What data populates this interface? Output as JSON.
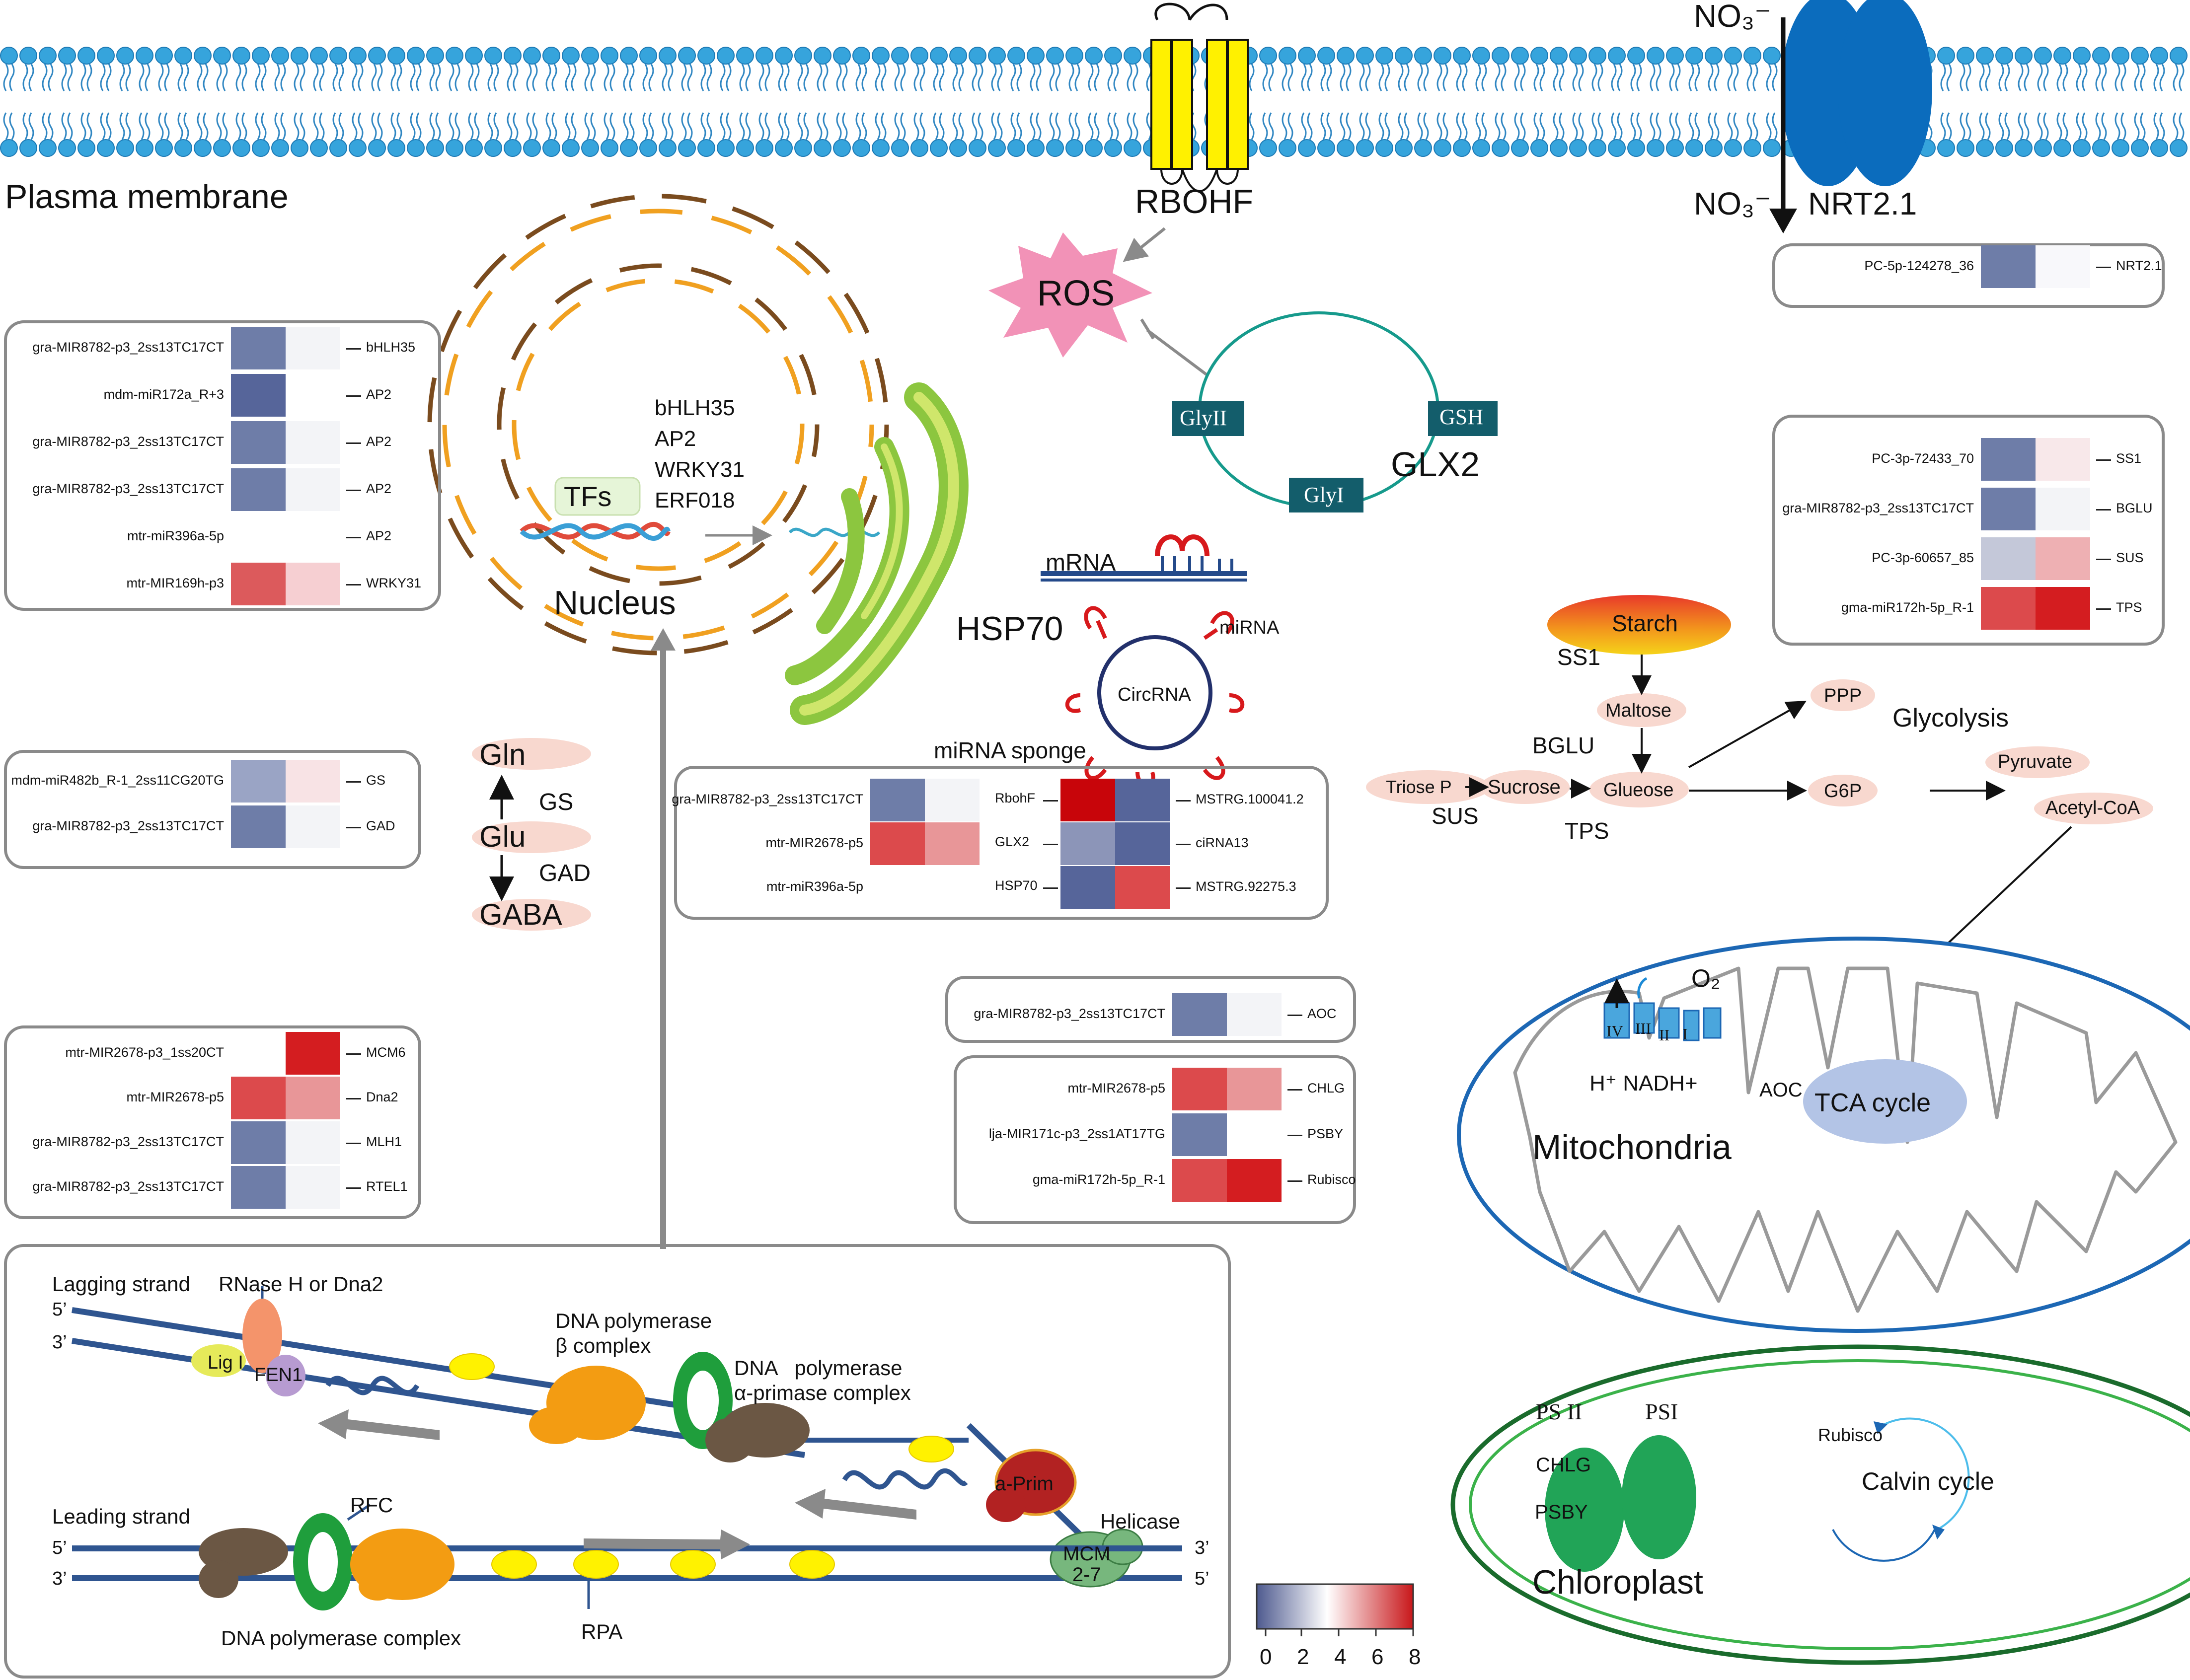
{
  "membrane": {
    "label": "Plasma membrane"
  },
  "rbohf": {
    "label": "RBOHF"
  },
  "nrt": {
    "no3_top": "NO₃⁻",
    "no3_bottom": "NO₃⁻",
    "label": "NRT2.1"
  },
  "ros": {
    "label": "ROS"
  },
  "glx": {
    "label": "GLX2",
    "glyII": "GlyII",
    "gsh": "GSH",
    "glyI": "GlyI"
  },
  "nucleus": {
    "label": "Nucleus",
    "tfs": "TFs",
    "tf_list": [
      "bHLH35",
      "AP2",
      "WRKY31",
      "ERF018"
    ]
  },
  "hsp70": {
    "label": "HSP70"
  },
  "mrna": {
    "label": "mRNA"
  },
  "circ": {
    "circ_label": "CircRNA",
    "mirna_label": "miRNA",
    "sponge_label": "miRNA sponge"
  },
  "gaba": {
    "gln": "Gln",
    "glu": "Glu",
    "gaba": "GABA",
    "gs": "GS",
    "gad": "GAD"
  },
  "sugar": {
    "starch": "Starch",
    "ss1": "SS1",
    "maltose": "Maltose",
    "bglu": "BGLU",
    "triose": "Triose P",
    "sucrose": "Sucrose",
    "sus": "SUS",
    "glucose": "Glueose",
    "tps": "TPS",
    "ppp": "PPP",
    "g6p": "G6P",
    "glycolysis": "Glycolysis",
    "pyruvate": "Pyruvate",
    "acetyl": "Acetyl-CoA"
  },
  "mito": {
    "label": "Mitochondria",
    "tca": "TCA cycle",
    "aoc": "AOC",
    "o2": "O₂",
    "h_nadh": "H⁺ NADH+",
    "complexes": [
      "IV",
      "III",
      "II",
      "I"
    ]
  },
  "chloro": {
    "label": "Chloroplast",
    "ps2": "PS II",
    "ps1": "PSI",
    "chlg": "CHLG",
    "psby": "PSBY",
    "rubisco": "Rubisco",
    "calvin": "Calvin cycle"
  },
  "dna": {
    "lagging": "Lagging strand",
    "rnase": "RNase H or Dna2",
    "five_top": "5’",
    "three_top": "3’",
    "lig": "Lig I",
    "fen": "FEN1",
    "polb": "DNA polymerase\nβ complex",
    "pola": "DNA   polymerase\nα-primase complex",
    "aprim": "a-Prim",
    "helicase": "Helicase",
    "leading": "Leading strand",
    "rfc": "RFC",
    "five_bot": "5’",
    "three_bot": "3’",
    "mcm": "MCM\n2-7",
    "three_right": "3’",
    "five_right": "5’",
    "polcomplex": "DNA polymerase complex",
    "rpa": "RPA"
  },
  "legend": {
    "ticks": [
      "0",
      "2",
      "4",
      "6",
      "8"
    ],
    "colors": [
      "#4e5a8f",
      "#ffffff",
      "#c8171a"
    ]
  },
  "heat_colors": {
    "deep_blue": "#56659a",
    "mid_blue": "#6e7da8",
    "light_blue": "#9aa4c5",
    "pale": "#f3f4f7",
    "pale_pink": "#f8e3e5",
    "light_red": "#e89698",
    "red": "#dc4a4c",
    "deep_red": "#d41d20"
  },
  "heatmaps": {
    "tf": [
      {
        "mir": "gra-MIR8782-p3_2ss13TC17CT",
        "gene": "bHLH35",
        "c1": "#6e7da8",
        "c2": "#f3f4f7"
      },
      {
        "mir": "mdm-miR172a_R+3",
        "gene": "AP2",
        "c1": "#56659a",
        "c2": "#ffffff"
      },
      {
        "mir": "gra-MIR8782-p3_2ss13TC17CT",
        "gene": "AP2",
        "c1": "#6e7da8",
        "c2": "#f3f4f7"
      },
      {
        "mir": "gra-MIR8782-p3_2ss13TC17CT",
        "gene": "AP2",
        "c1": "#6e7da8",
        "c2": "#f3f4f7"
      },
      {
        "mir": "mtr-miR396a-5p",
        "gene": "AP2",
        "c1": "#ffffff",
        "c2": "#ffffff"
      },
      {
        "mir": "mtr-MIR169h-p3",
        "gene": "WRKY31",
        "c1": "#dc5a5c",
        "c2": "#f6cfd2"
      }
    ],
    "gaba": [
      {
        "mir": "mdm-miR482b_R-1_2ss11CG20TG",
        "gene": "GS",
        "c1": "#9aa4c5",
        "c2": "#f8e3e5"
      },
      {
        "mir": "gra-MIR8782-p3_2ss13TC17CT",
        "gene": "GAD",
        "c1": "#6e7da8",
        "c2": "#f3f4f7"
      }
    ],
    "dna": [
      {
        "mir": "mtr-MIR2678-p3_1ss20CT",
        "gene": "MCM6",
        "c1": "#ffffff",
        "c2": "#d41d20"
      },
      {
        "mir": "mtr-MIR2678-p5",
        "gene": "Dna2",
        "c1": "#dc4a4c",
        "c2": "#e89698"
      },
      {
        "mir": "gra-MIR8782-p3_2ss13TC17CT",
        "gene": "MLH1",
        "c1": "#6e7da8",
        "c2": "#f3f4f7"
      },
      {
        "mir": "gra-MIR8782-p3_2ss13TC17CT",
        "gene": "RTEL1",
        "c1": "#6e7da8",
        "c2": "#f3f4f7"
      }
    ],
    "nrt": [
      {
        "mir": "PC-5p-124278_36",
        "gene": "NRT2.1",
        "c1": "#6e7da8",
        "c2": "#f8f8fb"
      }
    ],
    "sugar": [
      {
        "mir": "PC-3p-72433_70",
        "gene": "SS1",
        "c1": "#6e7da8",
        "c2": "#f8e8ea"
      },
      {
        "mir": "gra-MIR8782-p3_2ss13TC17CT",
        "gene": "BGLU",
        "c1": "#6e7da8",
        "c2": "#f3f4f7"
      },
      {
        "mir": "PC-3p-60657_85",
        "gene": "SUS",
        "c1": "#c4c8d9",
        "c2": "#eeb0b3"
      },
      {
        "mir": "gma-miR172h-5p_R-1",
        "gene": "TPS",
        "c1": "#dc4a4c",
        "c2": "#d41d20"
      }
    ],
    "aoc": [
      {
        "mir": "gra-MIR8782-p3_2ss13TC17CT",
        "gene": "AOC",
        "c1": "#6e7da8",
        "c2": "#f3f4f7"
      }
    ],
    "photo": [
      {
        "mir": "mtr-MIR2678-p5",
        "gene": "CHLG",
        "c1": "#dc4a4c",
        "c2": "#e89698"
      },
      {
        "mir": "lja-MIR171c-p3_2ss1AT17TG",
        "gene": "PSBY",
        "c1": "#6e7da8",
        "c2": "#ffffff"
      },
      {
        "mir": "gma-miR172h-5p_R-1",
        "gene": "Rubisco",
        "c1": "#dc4a4c",
        "c2": "#d41d20"
      }
    ],
    "circ": [
      {
        "mir": "gra-MIR8782-p3_2ss13TC17CT",
        "gene": "RbohF",
        "circ": "MSTRG.100041.2",
        "c1": "#6e7da8",
        "c2": "#f3f4f7",
        "c3": "#c8050a",
        "c4": "#56659a"
      },
      {
        "mir": "mtr-MIR2678-p5",
        "gene": "GLX2",
        "circ": "ciRNA13",
        "c1": "#dc4a4c",
        "c2": "#e89698",
        "c3": "#8c95b8",
        "c4": "#56659a"
      },
      {
        "mir": "mtr-miR396a-5p",
        "gene": "HSP70",
        "circ": "MSTRG.92275.3",
        "c1": "#ffffff",
        "c2": "#ffffff",
        "c3": "#56659a",
        "c4": "#dc4a4c"
      }
    ]
  }
}
